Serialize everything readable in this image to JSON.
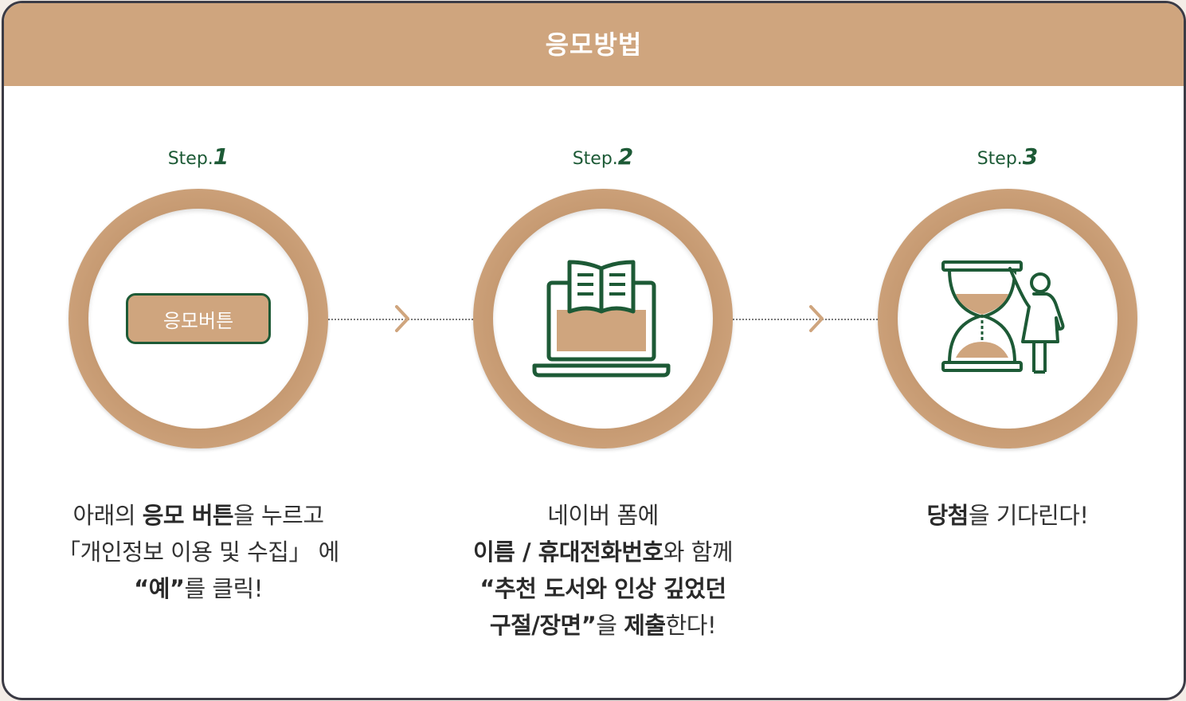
{
  "header": {
    "title": "응모방법"
  },
  "steps": [
    {
      "label": "Step.",
      "number": "1",
      "button_label": "응모버튼",
      "desc": {
        "l1_a": "아래의 ",
        "l1_b": "응모 버튼",
        "l1_c": "을 누르고",
        "l2": "「개인정보 이용 및 수집」 에",
        "l3_a": "“예”",
        "l3_b": "를 클릭!"
      }
    },
    {
      "label": "Step.",
      "number": "2",
      "icon": "laptop-book-icon",
      "desc": {
        "l1": "네이버 폼에",
        "l2_a": "이름 / 휴대전화번호",
        "l2_b": "와 함께",
        "l3": "“추천 도서와 인상 깊었던",
        "l4_a": "구절/장면”",
        "l4_b": "을 ",
        "l4_c": "제출",
        "l4_d": "한다!"
      }
    },
    {
      "label": "Step.",
      "number": "3",
      "icon": "hourglass-person-icon",
      "desc": {
        "l1_a": "당첨",
        "l1_b": "을 기다린다!"
      }
    }
  ],
  "colors": {
    "accent": "#cfa57e",
    "green": "#1d5a36",
    "border": "#3b3b45"
  }
}
